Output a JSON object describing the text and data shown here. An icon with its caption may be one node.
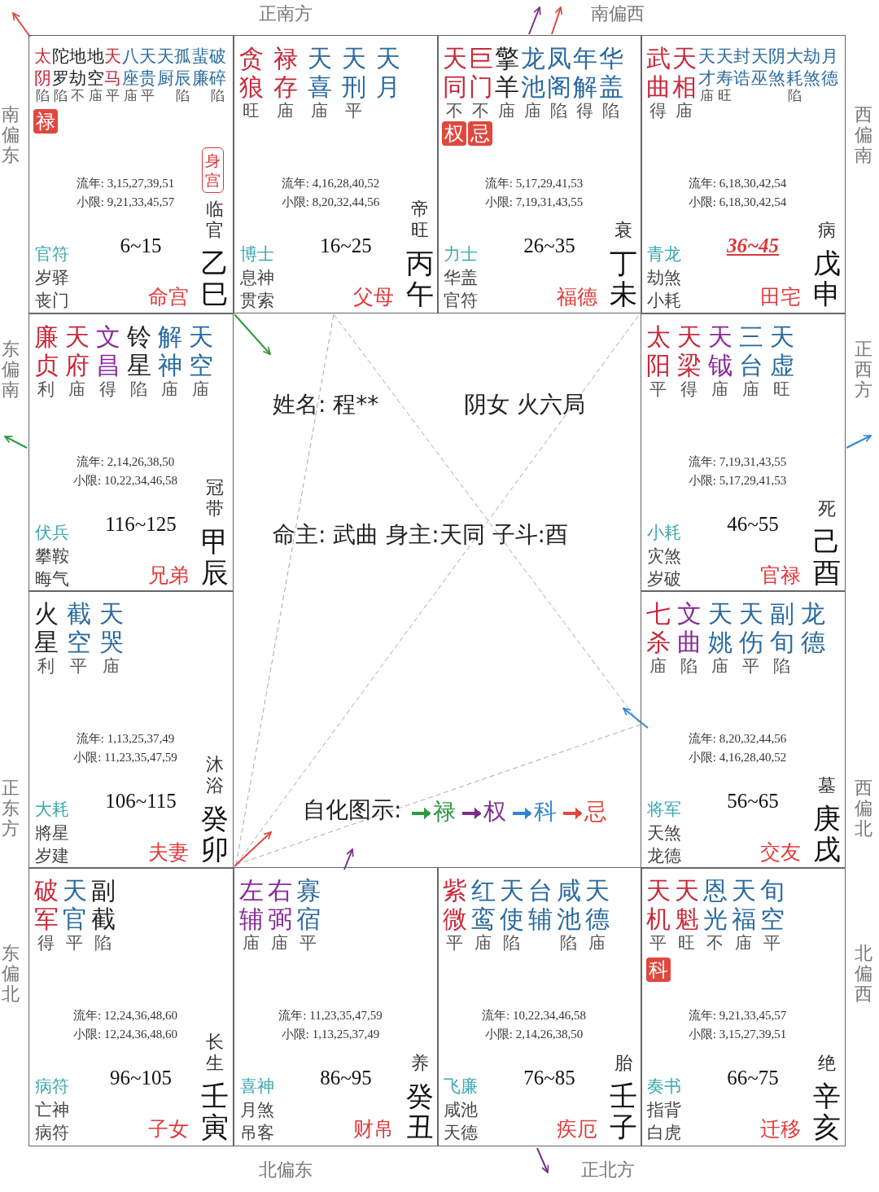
{
  "diagram": {
    "nodes": [
      {
        "text": [
          "太阴",
          "陀罗",
          "地劫",
          "地空",
          "天马",
          "八座",
          "天贵",
          "天厨",
          "孤辰",
          "蜚廉",
          "破碎",
          "陷",
          "陷",
          "不",
          "庙",
          "平",
          "庙",
          "平",
          "陷",
          "陷",
          "流年: 3,15,27,39,51",
          "小限: 9,21,33,45,57",
          "临官",
          "乙巳",
          "6~15",
          "官符",
          "岁驿",
          "丧门",
          "命宫"
        ]
      },
      {
        "text": [
          "贪狼",
          "禄存",
          "天喜",
          "天刑",
          "天月",
          "旺",
          "庙",
          "庙",
          "平",
          "流年: 4,16,28,40,52",
          "小限: 8,20,32,44,56",
          "帝旺",
          "丙午",
          "16~25",
          "博士",
          "息神",
          "贯索",
          "父母"
        ]
      },
      {
        "text": [
          "天同",
          "巨门",
          "擎羊",
          "龙池",
          "凤阁",
          "年解",
          "华盖",
          "不",
          "不",
          "庙",
          "庙",
          "陷",
          "得",
          "陷",
          "流年: 5,17,29,41,53",
          "小限: 7,19,31,43,55",
          "衰",
          "丁未",
          "26~35",
          "力士",
          "华盖",
          "官符",
          "福德"
        ]
      },
      {
        "text": [
          "武曲",
          "天相",
          "天才",
          "天寿",
          "封诰",
          "天巫",
          "阴煞",
          "大耗",
          "劫煞",
          "月德",
          "得",
          "庙",
          "庙",
          "旺",
          "陷",
          "流年: 6,18,30,42,54",
          "小限: 6,18,30,42,54",
          "病",
          "戊申",
          "36~45",
          "青龙",
          "劫煞",
          "小耗",
          "田宅"
        ]
      },
      {
        "text": [
          "廉贞",
          "天府",
          "文昌",
          "铃星",
          "解神",
          "天空",
          "利",
          "庙",
          "得",
          "陷",
          "庙",
          "庙",
          "流年: 2,14,26,38,50",
          "小限: 10,22,34,46,58",
          "冠带",
          "甲辰",
          "116~125",
          "伏兵",
          "攀鞍",
          "晦气",
          "兄弟"
        ]
      },
      {
        "text": [
          "太阳",
          "天梁",
          "天钺",
          "三台",
          "天虚",
          "平",
          "得",
          "庙",
          "庙",
          "旺",
          "流年: 7,19,31,43,55",
          "小限: 5,17,29,41,53",
          "死",
          "己酉",
          "46~55",
          "小耗",
          "灾煞",
          "岁破",
          "官禄"
        ]
      },
      {
        "text": [
          "火星",
          "截空",
          "天哭",
          "利",
          "平",
          "庙",
          "流年: 1,13,25,37,49",
          "小限: 11,23,35,47,59",
          "沐浴",
          "癸卯",
          "106~115",
          "大耗",
          "將星",
          "岁建",
          "夫妻"
        ]
      },
      {
        "text": [
          "七杀",
          "文曲",
          "天姚",
          "天伤",
          "副旬",
          "龙德",
          "庙",
          "陷",
          "庙",
          "平",
          "陷",
          "流年: 8,20,32,44,56",
          "小限: 4,16,28,40,52",
          "墓",
          "庚戌",
          "56~65",
          "将军",
          "天煞",
          "龙德",
          "交友"
        ]
      },
      {
        "text": [
          "破军",
          "天官",
          "副截",
          "得",
          "平",
          "陷",
          "流年: 12,24,36,48,60",
          "小限: 12,24,36,48,60",
          "长生",
          "壬寅",
          "96~105",
          "病符",
          "亡神",
          "病符",
          "子女"
        ]
      },
      {
        "text": [
          "左辅",
          "右弼",
          "寡宿",
          "庙",
          "庙",
          "平",
          "流年: 11,23,35,47,59",
          "小限: 1,13,25,37,49",
          "养",
          "癸丑",
          "86~95",
          "喜神",
          "月煞",
          "吊客",
          "财帛"
        ]
      },
      {
        "text": [
          "紫微",
          "红鸾",
          "天使",
          "台辅",
          "咸池",
          "天德",
          "平",
          "庙",
          "陷",
          "陷",
          "庙",
          "流年: 10,22,34,46,58",
          "小限: 2,14,26,38,50",
          "胎",
          "壬子",
          "76~85",
          "飞廉",
          "咸池",
          "天德",
          "疾厄"
        ]
      },
      {
        "text": [
          "天机",
          "天魁",
          "恩光",
          "天福",
          "旬空",
          "平",
          "旺",
          "不",
          "庙",
          "平",
          "流年: 9,21,33,45,57",
          "小限: 3,15,27,39,51",
          "绝",
          "辛亥",
          "66~75",
          "奏书",
          "指背",
          "白虎",
          "迁移"
        ]
      },
      {
        "text": [
          "禄"
        ],
        "in": 0
      },
      {
        "text": [
          "身宫"
        ],
        "in": 0
      },
      {
        "text": [
          "权"
        ],
        "in": 2
      },
      {
        "text": [
          "忌"
        ],
        "in": 2
      },
      {
        "text": [
          "科"
        ],
        "in": 11
      }
    ],
    "edges": [
      {
        "from": 6,
        "to": 1,
        "arrow": "none",
        "style": "dashed"
      },
      {
        "from": 6,
        "to": 3,
        "arrow": "none",
        "style": "dashed"
      },
      {
        "from": 6,
        "to": 7,
        "arrow": "none",
        "style": "dashed"
      },
      {
        "from": 1,
        "to": 7,
        "arrow": "none",
        "style": "dashed"
      },
      {
        "from": 0,
        "to": null,
        "arrow": "to",
        "color": "#e0483f"
      },
      {
        "from": 2,
        "to": null,
        "arrow": "to",
        "color": "#7b2d8e"
      },
      {
        "from": 2,
        "to": null,
        "arrow": "to",
        "color": "#e0483f"
      },
      {
        "from": 0,
        "to": null,
        "arrow": "to",
        "color": "#2e9a3e"
      },
      {
        "from": 4,
        "to": null,
        "arrow": "to",
        "color": "#2e9a3e"
      },
      {
        "from": 5,
        "to": null,
        "arrow": "to",
        "color": "#2f86d4"
      },
      {
        "from": 7,
        "to": null,
        "arrow": "to",
        "color": "#2f86d4"
      },
      {
        "from": 8,
        "to": null,
        "arrow": "to",
        "color": "#e0483f"
      },
      {
        "from": 9,
        "to": null,
        "arrow": "to",
        "color": "#7b2d8e"
      },
      {
        "from": 10,
        "to": null,
        "arrow": "to",
        "color": "#7b2d8e"
      }
    ],
    "labels": [
      "正南方",
      "南偏西",
      "南偏东",
      "西偏南",
      "姓名: 程**",
      "阴女 火六局",
      "东偏南",
      "正西方",
      "命主: 武曲 身主:天同 子斗:酉",
      "正东方",
      "西偏北",
      "自化图示:",
      "东偏北",
      "北偏西",
      "北偏东",
      "正北方"
    ],
    "legend": [
      {
        "text": "禄",
        "color": "#2e9a3e"
      },
      {
        "text": "权",
        "color": "#7b2d8e"
      },
      {
        "text": "科",
        "color": "#2f86d4"
      },
      {
        "text": "忌",
        "color": "#e0483f"
      }
    ]
  }
}
